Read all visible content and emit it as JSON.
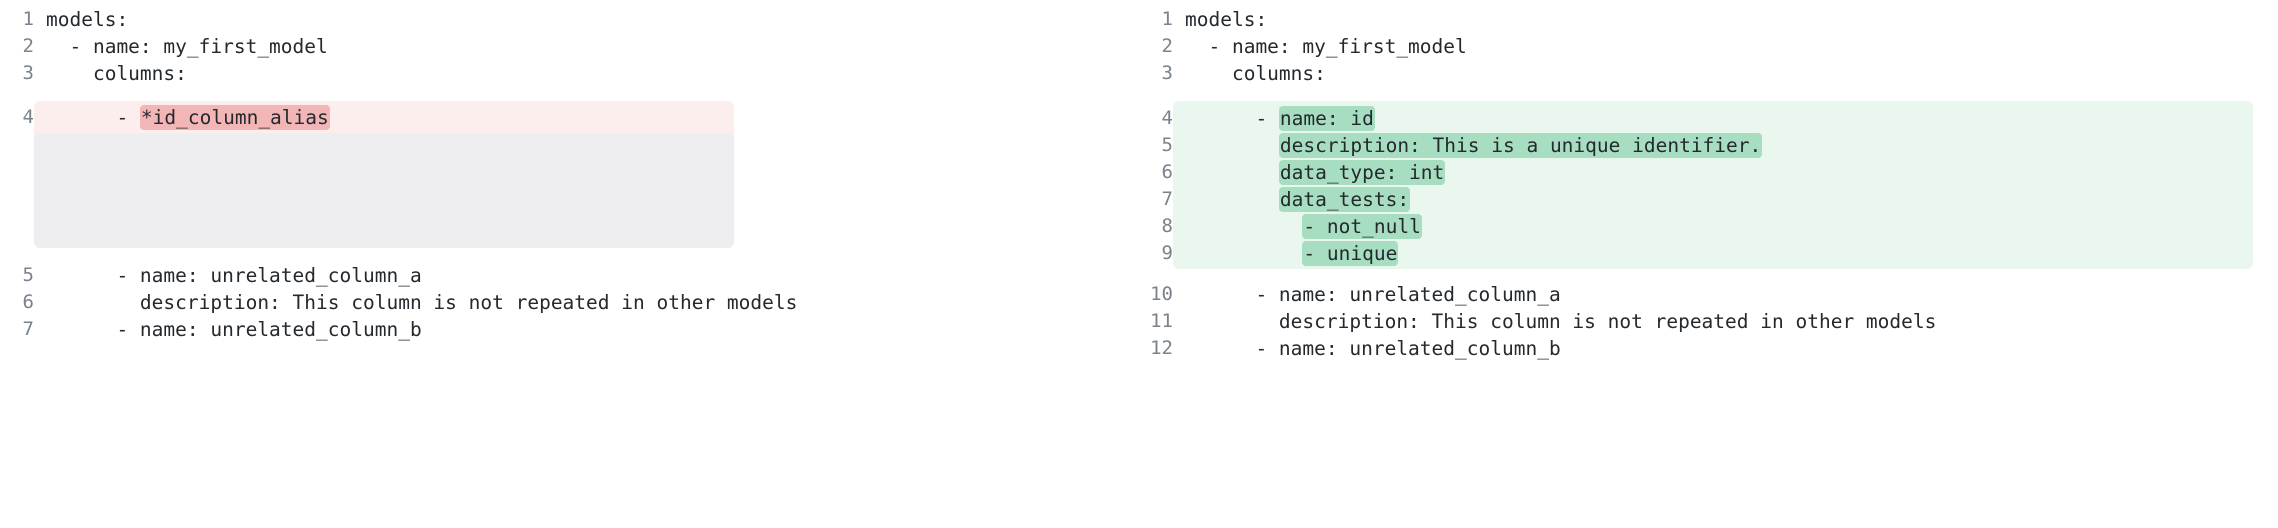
{
  "view": {
    "type": "side-by-side-yaml-diff",
    "colors": {
      "removed_band": "#fdeeee",
      "removed_token": "#f3b6b6",
      "placeholder_band": "#eeeef0",
      "added_band": "#e9f7ef",
      "added_token": "#a7ddc0",
      "line_number": "#7a828c",
      "code_text": "#24292e",
      "background": "#ffffff"
    }
  },
  "left_pane": {
    "name": "before-yaml",
    "lines": [
      {
        "number": "1",
        "indent": "",
        "text": "models:",
        "highlight": "none"
      },
      {
        "number": "2",
        "indent": "  ",
        "text": "- name: my_first_model",
        "highlight": "none"
      },
      {
        "number": "3",
        "indent": "    ",
        "text": "columns:",
        "highlight": "none"
      },
      {
        "number": "4",
        "indent": "      ",
        "prefix": "- ",
        "token": "*id_column_alias",
        "highlight": "removed"
      },
      {
        "number": "5",
        "indent": "      ",
        "text": "- name: unrelated_column_a",
        "highlight": "none"
      },
      {
        "number": "6",
        "indent": "        ",
        "text": "description: This column is not repeated in other models",
        "highlight": "none"
      },
      {
        "number": "7",
        "indent": "      ",
        "text": "- name: unrelated_column_b",
        "highlight": "none"
      }
    ],
    "placeholder_rows": 4
  },
  "right_pane": {
    "name": "after-yaml",
    "lines": [
      {
        "number": "1",
        "indent": "",
        "text": "models:",
        "highlight": "none"
      },
      {
        "number": "2",
        "indent": "  ",
        "text": "- name: my_first_model",
        "highlight": "none"
      },
      {
        "number": "3",
        "indent": "    ",
        "text": "columns:",
        "highlight": "none"
      },
      {
        "number": "4",
        "indent": "      ",
        "prefix": "- ",
        "token": "name: id",
        "highlight": "added"
      },
      {
        "number": "5",
        "indent": "        ",
        "prefix": "",
        "token": "description: This is a unique identifier.",
        "highlight": "added"
      },
      {
        "number": "6",
        "indent": "        ",
        "prefix": "",
        "token": "data_type: int",
        "highlight": "added"
      },
      {
        "number": "7",
        "indent": "        ",
        "prefix": "",
        "token": "data_tests:",
        "highlight": "added"
      },
      {
        "number": "8",
        "indent": "          ",
        "prefix": "",
        "token": "- not_null",
        "highlight": "added"
      },
      {
        "number": "9",
        "indent": "          ",
        "prefix": "",
        "token": "- unique",
        "highlight": "added"
      },
      {
        "number": "10",
        "indent": "      ",
        "text": "- name: unrelated_column_a",
        "highlight": "none"
      },
      {
        "number": "11",
        "indent": "        ",
        "text": "description: This column is not repeated in other models",
        "highlight": "none"
      },
      {
        "number": "12",
        "indent": "      ",
        "text": "- name: unrelated_column_b",
        "highlight": "none"
      }
    ]
  }
}
